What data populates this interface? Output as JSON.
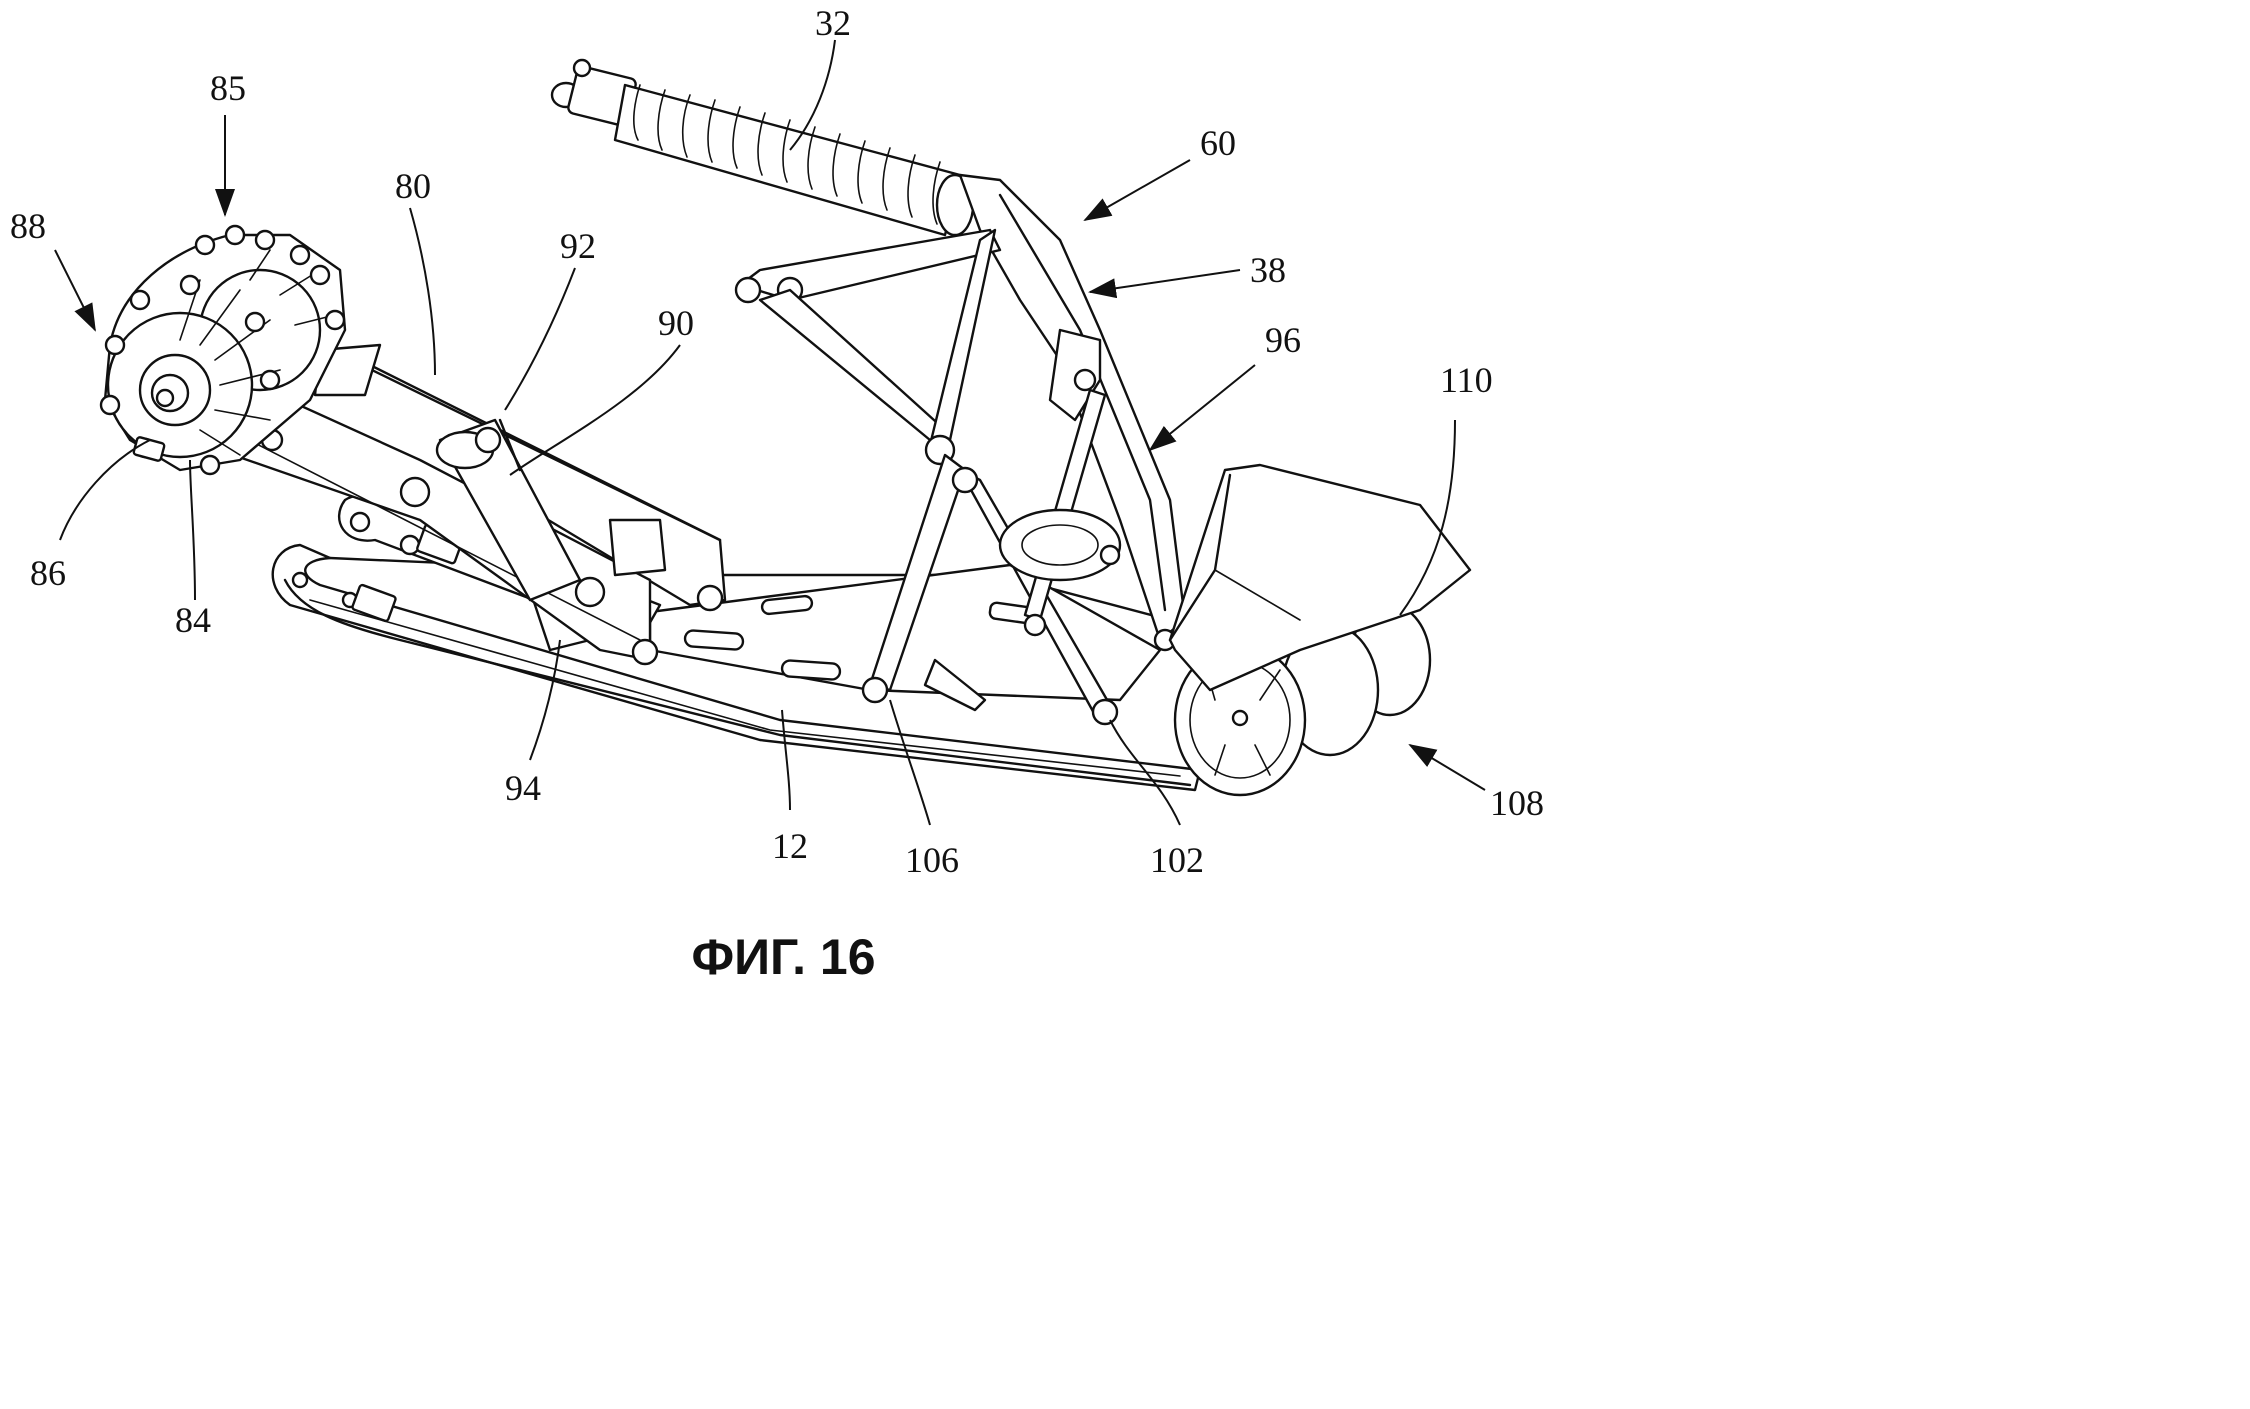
{
  "figure": {
    "caption": "ФИГ. 16",
    "labels": {
      "l32": "32",
      "l60": "60",
      "l38": "38",
      "l96": "96",
      "l110": "110",
      "l85": "85",
      "l88": "88",
      "l80": "80",
      "l92": "92",
      "l90": "90",
      "l86": "86",
      "l84": "84",
      "l94": "94",
      "l12": "12",
      "l106": "106",
      "l102": "102",
      "l108": "108"
    }
  }
}
